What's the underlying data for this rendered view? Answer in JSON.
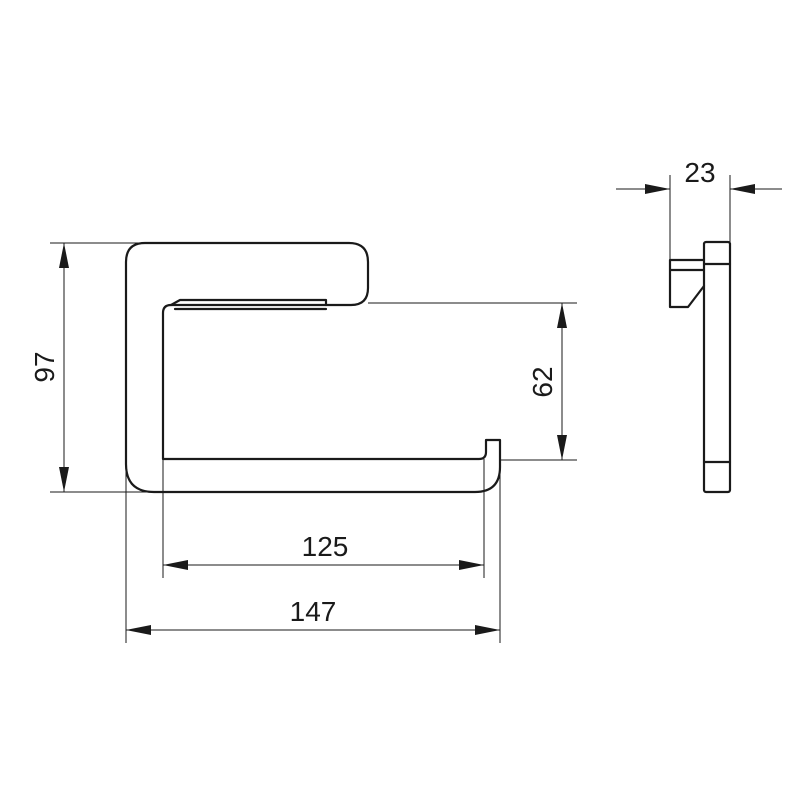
{
  "dimensions": {
    "height_total": "97",
    "inner_opening": "62",
    "inner_width": "125",
    "total_width": "147",
    "depth": "23"
  },
  "colors": {
    "line": "#1a1a1a",
    "background": "#ffffff"
  }
}
